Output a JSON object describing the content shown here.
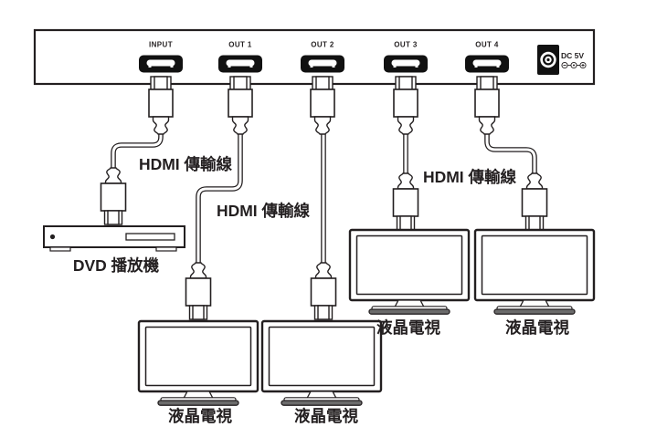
{
  "device": {
    "ports": [
      {
        "label": "INPUT"
      },
      {
        "label": "OUT 1"
      },
      {
        "label": "OUT 2"
      },
      {
        "label": "OUT 3"
      },
      {
        "label": "OUT 4"
      }
    ],
    "power_label": "DC 5V"
  },
  "labels": {
    "hdmi_cable": "HDMI 傳輸線",
    "dvd_player": "DVD 播放機",
    "lcd_tv": "液晶電視"
  },
  "colors": {
    "line": "#231f20",
    "port_fill": "#111111",
    "stand_fill": "#6b6b6b",
    "background": "#ffffff"
  }
}
